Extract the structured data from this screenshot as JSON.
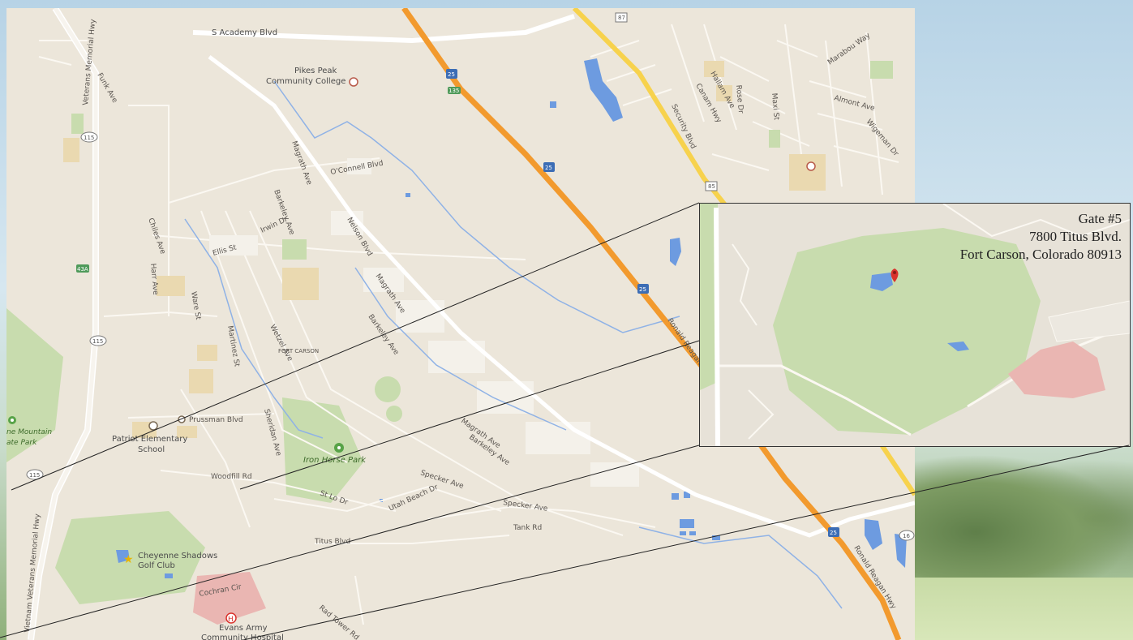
{
  "address": {
    "line1": "Gate #5",
    "line2": "7800 Titus Blvd.",
    "line3": "Fort Carson, Colorado 80913"
  },
  "map_labels": {
    "s_academy": "S Academy Blvd",
    "pikes_peak_1": "Pikes Peak",
    "pikes_peak_2": "Community College",
    "oconnell": "O'Connell Blvd",
    "magrath1": "Magrath Ave",
    "magrath2": "Magrath Ave",
    "magrath3": "Magrath Ave",
    "barkeley1": "Barkeley Ave",
    "barkeley2": "Barkeley Ave",
    "barkeley3": "Barkeley Ave",
    "nelson": "Nelson Blvd",
    "wetzel": "Wetzel Ave",
    "fort_carson": "FORT CARSON",
    "prussman": "Prussman Blvd",
    "patriot1": "Patriot Elementary",
    "patriot2": "School",
    "iron_horse": "Iron Horse Park",
    "woodfill": "Woodfill Rd",
    "specker1": "Specker Ave",
    "specker2": "Specker Ave",
    "tank": "Tank Rd",
    "titus": "Titus Blvd",
    "cheyenne1": "Cheyenne Shadows",
    "cheyenne2": "Golf Club",
    "evans1": "Evans Army",
    "evans2": "Community Hospital",
    "mountain1": "ne Mountain",
    "mountain2": "ate Park",
    "canam": "Canam Hwy",
    "ronald1": "Ronald Reagan Hwy",
    "ronald2": "Ronald Reagan Hwy",
    "vietnam": "Vietnam Veterans Memorial Hwy",
    "veterans": "Veterans Memorial Hwy",
    "ellis": "Ellis St",
    "irwin": "Irwin Dr",
    "chiles": "Chiles Ave",
    "harr": "Harr Ave",
    "ware": "Ware St",
    "martinez": "Martinez St",
    "sheridan": "Sheridan Ave",
    "utah_beach": "Utah Beach Dr",
    "st_lo": "St Lo Dr",
    "security": "Security Blvd",
    "maxi": "Maxi St",
    "rose": "Rose Dr",
    "hallam": "Hallam Ave",
    "almont": "Almont Ave",
    "wigeman": "Wigeman Dr",
    "marabou": "Marabou Way",
    "funk": "Funk Ave",
    "cochran": "Cochran Cir",
    "rad_tower": "Rad Tower Rd"
  },
  "shields": {
    "i25_a": "25",
    "i25_b": "25",
    "i25_c": "25",
    "i25_d": "25",
    "co115_a": "115",
    "co115_b": "115",
    "co115_c": "115",
    "co85": "85",
    "co87": "87",
    "co16": "16",
    "co83": "43A",
    "co135": "135"
  },
  "colors": {
    "interstate": "#f29a2e",
    "highway": "#f7d24d",
    "park": "#c8dcae",
    "water": "#6d9be0",
    "hospital": "#eab6b2",
    "marker": "#d9322c"
  }
}
